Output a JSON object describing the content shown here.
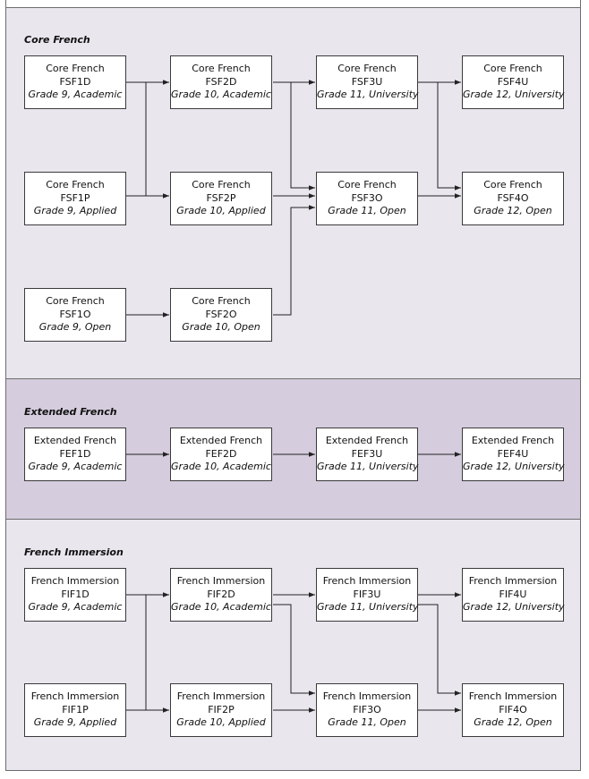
{
  "sections": [
    {
      "title": "Core French",
      "courses": [
        {
          "name": "Core French",
          "code": "FSF1D",
          "grade": "Grade 9, Academic"
        },
        {
          "name": "Core French",
          "code": "FSF2D",
          "grade": "Grade 10, Academic"
        },
        {
          "name": "Core French",
          "code": "FSF3U",
          "grade": "Grade 11, University"
        },
        {
          "name": "Core French",
          "code": "FSF4U",
          "grade": "Grade 12, University"
        },
        {
          "name": "Core French",
          "code": "FSF1P",
          "grade": "Grade 9, Applied"
        },
        {
          "name": "Core French",
          "code": "FSF2P",
          "grade": "Grade 10, Applied"
        },
        {
          "name": "Core French",
          "code": "FSF3O",
          "grade": "Grade 11, Open"
        },
        {
          "name": "Core French",
          "code": "FSF4O",
          "grade": "Grade 12, Open"
        },
        {
          "name": "Core French",
          "code": "FSF1O",
          "grade": "Grade 9, Open"
        },
        {
          "name": "Core French",
          "code": "FSF2O",
          "grade": "Grade 10, Open"
        }
      ]
    },
    {
      "title": "Extended French",
      "courses": [
        {
          "name": "Extended French",
          "code": "FEF1D",
          "grade": "Grade 9, Academic"
        },
        {
          "name": "Extended French",
          "code": "FEF2D",
          "grade": "Grade 10, Academic"
        },
        {
          "name": "Extended French",
          "code": "FEF3U",
          "grade": "Grade 11, University"
        },
        {
          "name": "Extended French",
          "code": "FEF4U",
          "grade": "Grade 12, University"
        }
      ]
    },
    {
      "title": "French Immersion",
      "courses": [
        {
          "name": "French Immersion",
          "code": "FIF1D",
          "grade": "Grade 9, Academic"
        },
        {
          "name": "French Immersion",
          "code": "FIF2D",
          "grade": "Grade 10, Academic"
        },
        {
          "name": "French Immersion",
          "code": "FIF3U",
          "grade": "Grade 11, University"
        },
        {
          "name": "French Immersion",
          "code": "FIF4U",
          "grade": "Grade 12, University"
        },
        {
          "name": "French Immersion",
          "code": "FIF1P",
          "grade": "Grade 9, Applied"
        },
        {
          "name": "French Immersion",
          "code": "FIF2P",
          "grade": "Grade 10, Applied"
        },
        {
          "name": "French Immersion",
          "code": "FIF3O",
          "grade": "Grade 11, Open"
        },
        {
          "name": "French Immersion",
          "code": "FIF4O",
          "grade": "Grade 12, Open"
        }
      ]
    }
  ],
  "colors": {
    "core_bg": "#e9e6ee",
    "extended_bg": "#d5ccdd",
    "immersion_bg": "#e9e6ee",
    "border": "#3a3a3a",
    "arrow": "#222222"
  }
}
